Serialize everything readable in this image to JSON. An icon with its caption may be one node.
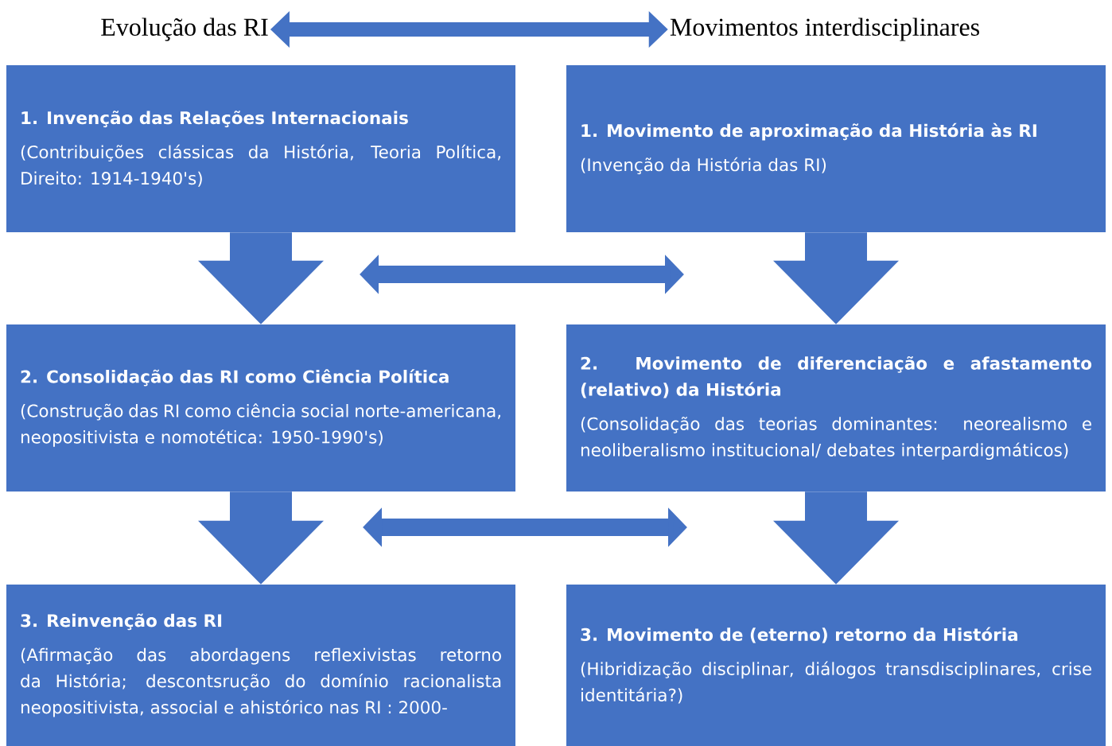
{
  "diagram": {
    "nodes": [
      {
        "text": [
          "Evolução das RI"
        ]
      },
      {
        "text": [
          "Movimentos interdisciplinares"
        ]
      },
      {
        "text": [
          "1. Invenção das Relações Internacionais",
          "(Contribuições clássicas da História, Teoria Política, Direito: 1914-1940's)"
        ]
      },
      {
        "text": [
          "1. Movimento de aproximação da História às RI",
          "(Invenção da História das RI)"
        ]
      },
      {
        "text": [
          "2. Consolidação das RI como Ciência Política",
          "(Construção das RI como ciência social norte-americana, neopositivista e nomotética: 1950-1990's)"
        ]
      },
      {
        "text": [
          "2. Movimento de diferenciação e afastamento (relativo) da História",
          "(Consolidação das teorias dominantes: neorealismo e neoliberalismo institucional/ debates interpardigmáticos)"
        ]
      },
      {
        "text": [
          "3. Reinvenção das RI",
          "(Afirmação das abordagens reflexivistas retorno da História; descontsrução do domínio racionalista neopositivista, associal e ahistórico nas RI : 2000-"
        ]
      },
      {
        "text": [
          "3. Movimento de (eterno) retorno da História",
          "(Hibridização disciplinar, diálogos transdisciplinares, crise identitária?)"
        ]
      }
    ],
    "edges": [
      {
        "from": 0,
        "to": 1,
        "arrow": "both"
      },
      {
        "from": 2,
        "to": 4,
        "arrow": "to"
      },
      {
        "from": 4,
        "to": 6,
        "arrow": "to"
      },
      {
        "from": 3,
        "to": 5,
        "arrow": "to"
      },
      {
        "from": 5,
        "to": 7,
        "arrow": "to"
      }
    ]
  }
}
